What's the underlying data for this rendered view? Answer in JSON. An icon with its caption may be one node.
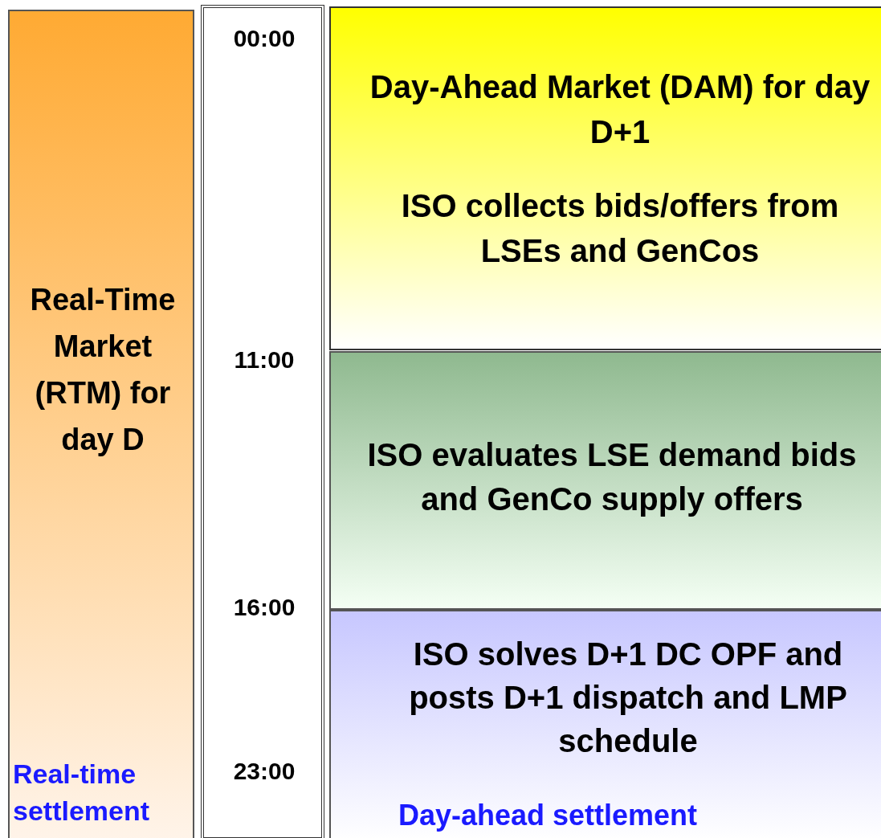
{
  "diagram": {
    "nodes": [
      {
        "text": [
          "Real-Time Market (RTM) for day D",
          "Real-time settlement"
        ]
      },
      {
        "text": [
          "00:00",
          "11:00",
          "16:00",
          "23:00"
        ]
      },
      {
        "text": [
          "Day-Ahead Market (DAM) for day D+1",
          "ISO collects bids/offers from LSEs and GenCos"
        ]
      },
      {
        "text": [
          "ISO evaluates LSE demand bids and GenCo supply offers"
        ]
      },
      {
        "text": [
          "ISO solves D+1 DC OPF and posts D+1 dispatch and LMP schedule",
          "Day-ahead settlement"
        ]
      }
    ]
  }
}
